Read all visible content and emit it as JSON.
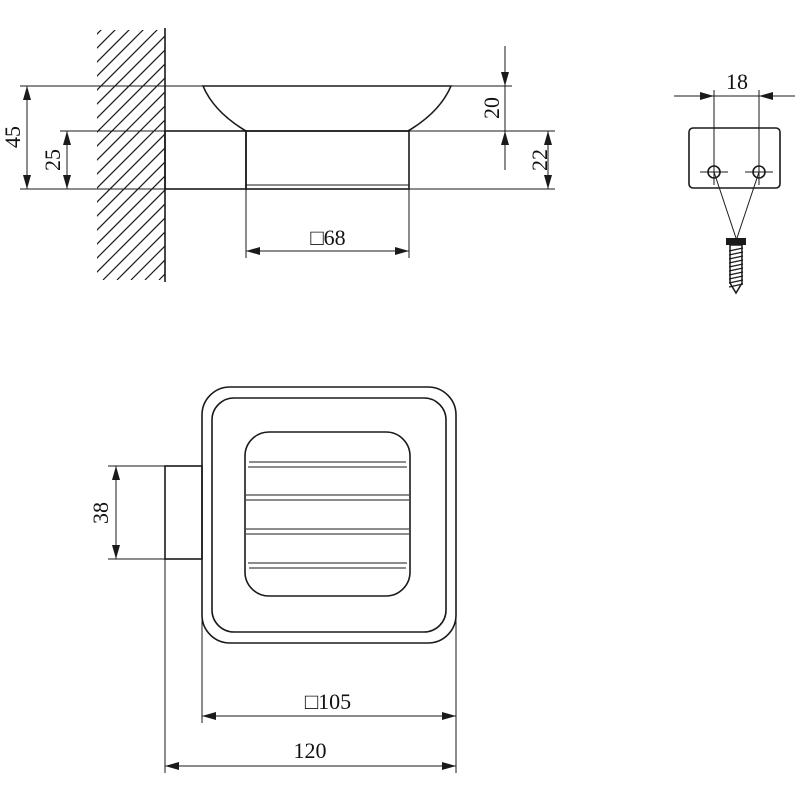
{
  "colors": {
    "line": "#1a1a1a",
    "background": "#ffffff"
  },
  "dimensions": {
    "total_height": "45",
    "mount_height": "25",
    "dish_height": "20",
    "base_height": "22",
    "base_square": "□68",
    "mount_hole_spacing": "18",
    "mount_width": "38",
    "dish_square": "□105",
    "total_depth": "120"
  }
}
